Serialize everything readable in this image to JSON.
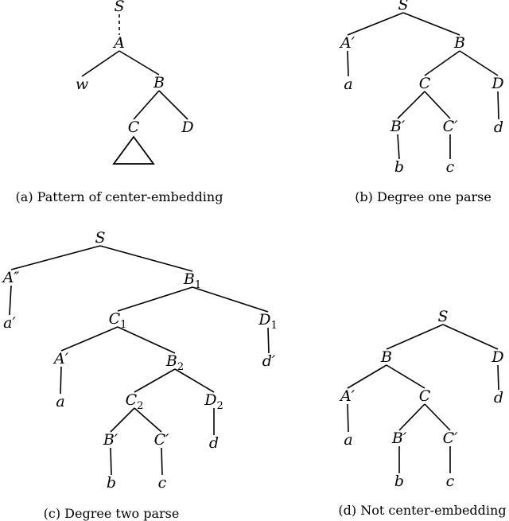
{
  "panels": [
    {
      "id": "a",
      "caption": "(a) Pattern of center-embedding",
      "nodes": [
        {
          "id": "S",
          "label": "S"
        },
        {
          "id": "A",
          "label": "A"
        },
        {
          "id": "w",
          "label": "w"
        },
        {
          "id": "B",
          "label": "B"
        },
        {
          "id": "C",
          "label": "C"
        },
        {
          "id": "D",
          "label": "D"
        }
      ],
      "edges": [
        {
          "from": "S",
          "to": "A",
          "style": "dashed"
        },
        {
          "from": "A",
          "to": "w"
        },
        {
          "from": "A",
          "to": "B"
        },
        {
          "from": "B",
          "to": "C"
        },
        {
          "from": "B",
          "to": "D"
        }
      ],
      "subtree_under": "C"
    },
    {
      "id": "b",
      "caption": "(b) Degree one parse",
      "nodes": [
        {
          "id": "S",
          "label": "S"
        },
        {
          "id": "A1",
          "label": "A′"
        },
        {
          "id": "a",
          "label": "a"
        },
        {
          "id": "B",
          "label": "B"
        },
        {
          "id": "C",
          "label": "C"
        },
        {
          "id": "D",
          "label": "D"
        },
        {
          "id": "d",
          "label": "d"
        },
        {
          "id": "B1",
          "label": "B′"
        },
        {
          "id": "C1",
          "label": "C′"
        },
        {
          "id": "b",
          "label": "b"
        },
        {
          "id": "c",
          "label": "c"
        }
      ],
      "edges": [
        {
          "from": "S",
          "to": "A1"
        },
        {
          "from": "S",
          "to": "B"
        },
        {
          "from": "A1",
          "to": "a"
        },
        {
          "from": "B",
          "to": "C"
        },
        {
          "from": "B",
          "to": "D"
        },
        {
          "from": "D",
          "to": "d"
        },
        {
          "from": "C",
          "to": "B1"
        },
        {
          "from": "C",
          "to": "C1"
        },
        {
          "from": "B1",
          "to": "b"
        },
        {
          "from": "C1",
          "to": "c"
        }
      ]
    },
    {
      "id": "c",
      "caption": "(c) Degree two parse",
      "nodes": [
        {
          "id": "S",
          "label": "S"
        },
        {
          "id": "A2",
          "label": "A″"
        },
        {
          "id": "a1",
          "label": "a′"
        },
        {
          "id": "B1",
          "label": "B",
          "sub": "1"
        },
        {
          "id": "C1",
          "label": "C",
          "sub": "1"
        },
        {
          "id": "D1",
          "label": "D",
          "sub": "1"
        },
        {
          "id": "d1",
          "label": "d′"
        },
        {
          "id": "A1",
          "label": "A′"
        },
        {
          "id": "a",
          "label": "a"
        },
        {
          "id": "B2",
          "label": "B",
          "sub": "2"
        },
        {
          "id": "C2",
          "label": "C",
          "sub": "2"
        },
        {
          "id": "D2",
          "label": "D",
          "sub": "2"
        },
        {
          "id": "d",
          "label": "d"
        },
        {
          "id": "Bp",
          "label": "B′"
        },
        {
          "id": "Cp",
          "label": "C′"
        },
        {
          "id": "b",
          "label": "b"
        },
        {
          "id": "c",
          "label": "c"
        }
      ],
      "edges": [
        {
          "from": "S",
          "to": "A2"
        },
        {
          "from": "S",
          "to": "B1"
        },
        {
          "from": "A2",
          "to": "a1"
        },
        {
          "from": "B1",
          "to": "C1"
        },
        {
          "from": "B1",
          "to": "D1"
        },
        {
          "from": "D1",
          "to": "d1"
        },
        {
          "from": "C1",
          "to": "A1"
        },
        {
          "from": "C1",
          "to": "B2"
        },
        {
          "from": "A1",
          "to": "a"
        },
        {
          "from": "B2",
          "to": "C2"
        },
        {
          "from": "B2",
          "to": "D2"
        },
        {
          "from": "D2",
          "to": "d"
        },
        {
          "from": "C2",
          "to": "Bp"
        },
        {
          "from": "C2",
          "to": "Cp"
        },
        {
          "from": "Bp",
          "to": "b"
        },
        {
          "from": "Cp",
          "to": "c"
        }
      ]
    },
    {
      "id": "d",
      "caption": "(d) Not center-embedding",
      "nodes": [
        {
          "id": "S",
          "label": "S"
        },
        {
          "id": "B",
          "label": "B"
        },
        {
          "id": "D",
          "label": "D"
        },
        {
          "id": "d",
          "label": "d"
        },
        {
          "id": "A1",
          "label": "A′"
        },
        {
          "id": "a",
          "label": "a"
        },
        {
          "id": "C",
          "label": "C"
        },
        {
          "id": "Bp",
          "label": "B′"
        },
        {
          "id": "Cp",
          "label": "C′"
        },
        {
          "id": "b",
          "label": "b"
        },
        {
          "id": "c",
          "label": "c"
        }
      ],
      "edges": [
        {
          "from": "S",
          "to": "B"
        },
        {
          "from": "S",
          "to": "D"
        },
        {
          "from": "D",
          "to": "d"
        },
        {
          "from": "B",
          "to": "A1"
        },
        {
          "from": "B",
          "to": "C"
        },
        {
          "from": "A1",
          "to": "a"
        },
        {
          "from": "C",
          "to": "Bp"
        },
        {
          "from": "C",
          "to": "Cp"
        },
        {
          "from": "Bp",
          "to": "b"
        },
        {
          "from": "Cp",
          "to": "c"
        }
      ]
    }
  ]
}
